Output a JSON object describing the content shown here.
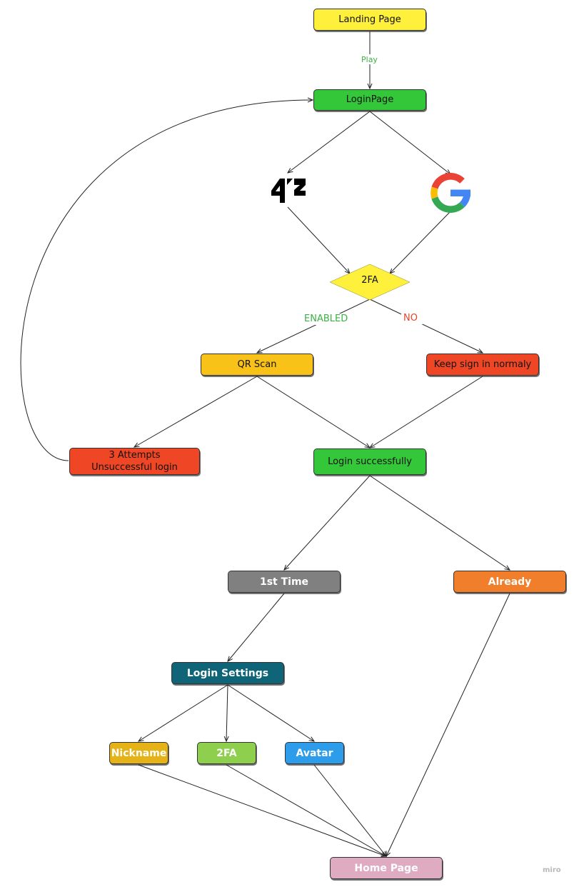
{
  "colors": {
    "yellow": "#fff03c",
    "green": "#35c73a",
    "amber": "#f8c218",
    "red": "#ef4725",
    "gray": "#808080",
    "orange": "#f07e2a",
    "teal": "#106477",
    "mustard": "#e5b317",
    "lime": "#8ecf4e",
    "blue": "#2d9cea",
    "pink": "#dfabc1",
    "edge": "#222222",
    "label_green": "#3cb043",
    "label_red": "#e5432b"
  },
  "nodes": {
    "landing": "Landing Page",
    "login": "LoginPage",
    "twofa_decision": "2FA",
    "qr_scan": "QR Scan",
    "keep_sign": "Keep sign in normaly",
    "attempts_line1": "3 Attempts",
    "attempts_line2": "Unsuccessful login",
    "login_success": "Login successfully",
    "first_time": "1st Time",
    "already": "Already",
    "login_settings": "Login Settings",
    "nickname": "Nickname",
    "twofa_setting": "2FA",
    "avatar": "Avatar",
    "home": "Home Page"
  },
  "edge_labels": {
    "play": "Play",
    "enabled": "ENABLED",
    "no": "NO"
  },
  "logos": {
    "left": {
      "icon": "42-logo-icon",
      "text": "42"
    },
    "right": {
      "icon": "google-g-icon"
    }
  },
  "watermark": "miro"
}
